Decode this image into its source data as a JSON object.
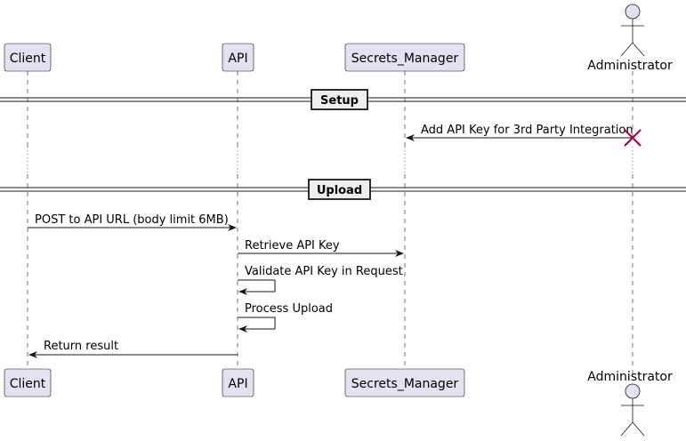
{
  "participants": {
    "client": "Client",
    "api": "API",
    "secrets": "Secrets_Manager",
    "admin": "Administrator"
  },
  "sections": {
    "setup": "Setup",
    "upload": "Upload"
  },
  "messages": {
    "add_key": "Add API Key for 3rd Party Integration",
    "post": "POST to API URL (body limit 6MB)",
    "retrieve": "Retrieve API Key",
    "validate": "Validate API Key in Request",
    "process": "Process Upload",
    "return": "Return result"
  },
  "colors": {
    "participant_fill": "#e2e2f0",
    "participant_border": "#181818",
    "lifeline": "#181818",
    "section_fill": "#eeeeee",
    "destroy": "#a80036"
  }
}
